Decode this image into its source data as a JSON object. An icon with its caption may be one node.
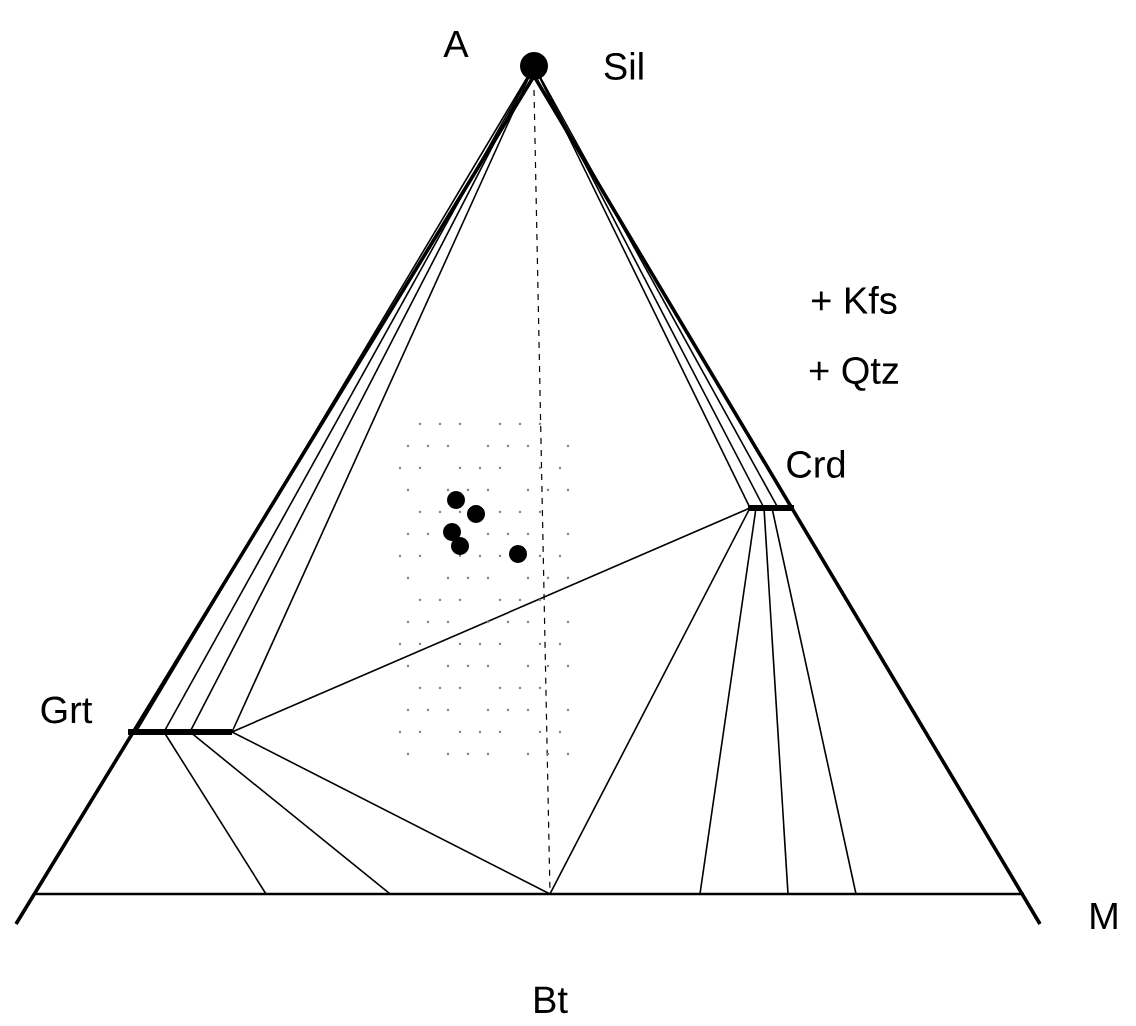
{
  "diagram": {
    "labels": [
      "A",
      "Sil",
      "+ Kfs",
      "+ Qtz",
      "Crd",
      "Grt",
      "M",
      "Bt"
    ]
  }
}
